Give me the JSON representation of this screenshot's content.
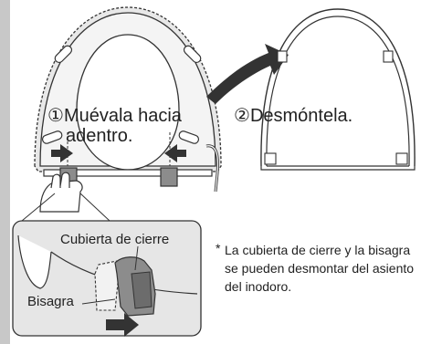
{
  "steps": [
    {
      "number": "①",
      "text_line1": "Muévala hacia",
      "text_line2": "adentro."
    },
    {
      "number": "②",
      "text": "Desmóntela."
    }
  ],
  "detail": {
    "cover_label": "Cubierta de cierre",
    "hinge_label": "Bisagra"
  },
  "note": {
    "marker": "*",
    "text": "La cubierta de cierre y la bisagra se pueden desmontar del asiento del inodoro."
  },
  "colors": {
    "sidebar": "#c8c8c8",
    "seat_fill": "#ffffff",
    "seat_shading": "#e8e8e8",
    "arrow": "#333333",
    "line": "#333333",
    "panel_bg": "#e6e6e6",
    "hinge_fill": "#8c8c8c"
  },
  "icons": [
    "toilet-seat-diagram",
    "move-inward-arrow",
    "remove-arrow",
    "hinge-detail",
    "direction-arrow"
  ]
}
